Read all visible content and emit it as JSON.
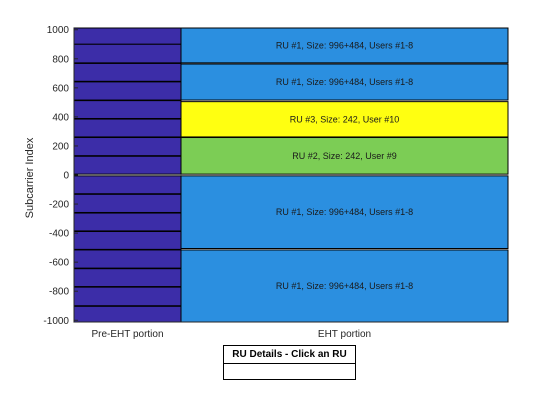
{
  "chart_data": {
    "type": "bar",
    "xlabel": "",
    "ylabel": "Subcarrier Index",
    "ylim": [
      -1012,
      1012
    ],
    "yticks": [
      1000,
      800,
      600,
      400,
      200,
      0,
      -200,
      -400,
      -600,
      -800,
      -1000
    ],
    "categories": [
      "Pre-EHT portion",
      "EHT portion"
    ],
    "grid": false,
    "pre_eht_color": "#3c2da8",
    "pre_eht_blocks": [
      [
        900,
        1012
      ],
      [
        772,
        900
      ],
      [
        645,
        768
      ],
      [
        516,
        641
      ],
      [
        389,
        512
      ],
      [
        262,
        385
      ],
      [
        133,
        258
      ],
      [
        6,
        129
      ],
      [
        -129,
        -6
      ],
      [
        -258,
        -133
      ],
      [
        -385,
        -262
      ],
      [
        -512,
        -389
      ],
      [
        -641,
        -516
      ],
      [
        -768,
        -645
      ],
      [
        -900,
        -772
      ],
      [
        -1012,
        -904
      ]
    ],
    "eht_rus": [
      {
        "label": "RU #1, Size: 996+484, Users #1-8",
        "y_range": [
          772,
          1012
        ],
        "color": "#2b8fe0"
      },
      {
        "label": "RU #1, Size: 996+484, Users #1-8",
        "y_range": [
          516,
          764
        ],
        "color": "#2b8fe0"
      },
      {
        "label": "RU #3, Size: 242, User #10",
        "y_range": [
          262,
          505
        ],
        "color": "#ffff11"
      },
      {
        "label": "RU #2, Size: 242, User #9",
        "y_range": [
          6,
          258
        ],
        "color": "#7ccd55"
      },
      {
        "label": "RU #1, Size: 996+484, Users #1-8",
        "y_range": [
          -506,
          -6
        ],
        "color": "#2b8fe0"
      },
      {
        "label": "RU #1, Size: 996+484, Users #1-8",
        "y_range": [
          -1012,
          -516
        ],
        "color": "#2b8fe0"
      }
    ]
  },
  "details_panel": {
    "title": "RU Details - Click an RU",
    "content": ""
  }
}
